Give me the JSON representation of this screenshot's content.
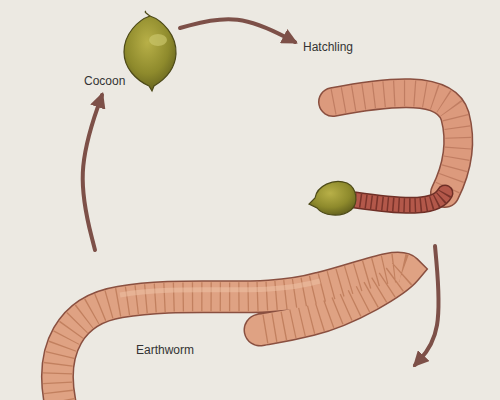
{
  "diagram": {
    "nodes": [
      {
        "text": [
          "Cocoon"
        ]
      },
      {
        "text": [
          "Hatchling"
        ]
      },
      {
        "text": [
          "Earthworm"
        ]
      }
    ],
    "edges": [
      {
        "from": 0,
        "to": 1,
        "arrow": "to"
      },
      {
        "from": 1,
        "to": 2,
        "arrow": "to"
      },
      {
        "from": 2,
        "to": 0,
        "arrow": "to"
      }
    ]
  }
}
